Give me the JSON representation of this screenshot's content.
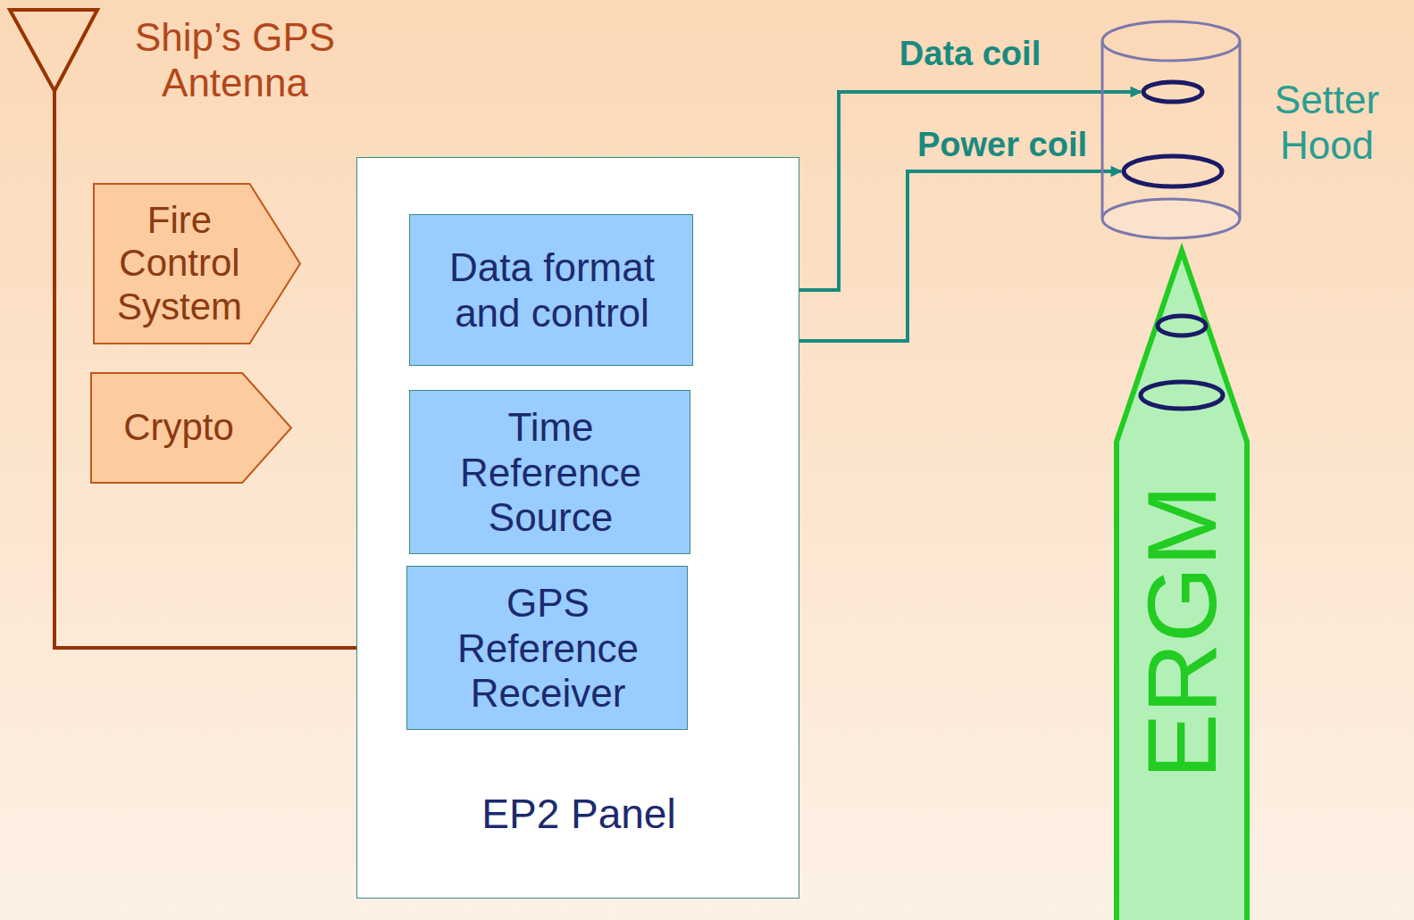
{
  "diagram": {
    "nodes": [
      {
        "text": [
          "EP2 Panel"
        ]
      },
      {
        "text": [
          "Data format and control"
        ],
        "in": 0
      },
      {
        "text": [
          "Time Reference Source"
        ],
        "in": 0
      },
      {
        "text": [
          "GPS Reference Receiver"
        ],
        "in": 0
      },
      {
        "text": [
          "Fire Control System"
        ]
      },
      {
        "text": [
          "Crypto"
        ]
      },
      {
        "text": [
          "Ship’s GPS Antenna"
        ]
      },
      {
        "text": [
          "Setter Hood"
        ]
      },
      {
        "text": [
          "ERGM"
        ]
      }
    ],
    "edges": [
      {
        "from": 1,
        "to": 7,
        "arrow": "both",
        "label": "Data coil"
      },
      {
        "from": 1,
        "to": 7,
        "arrow": "to",
        "label": "Power coil"
      },
      {
        "from": 6,
        "to": 3,
        "arrow": "to"
      }
    ]
  }
}
